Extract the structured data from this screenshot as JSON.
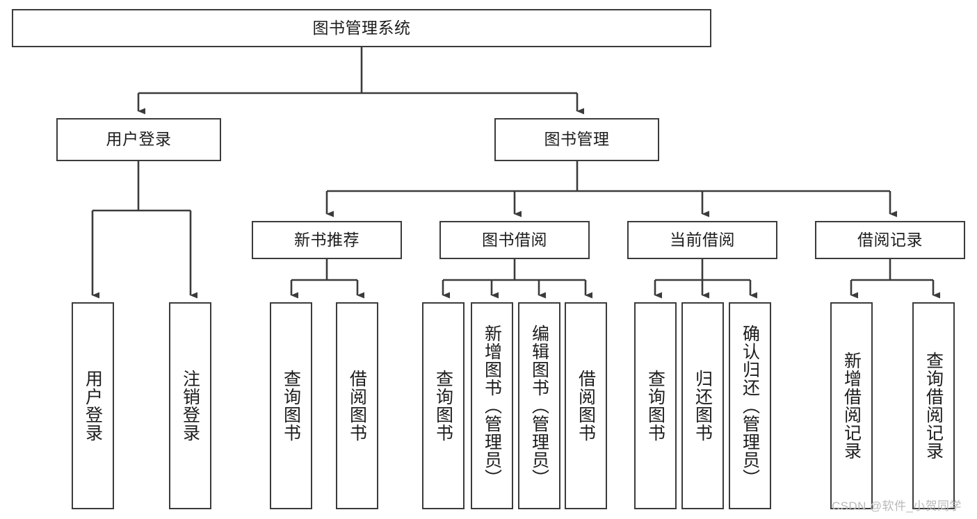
{
  "diagram": {
    "type": "hierarchy-tree",
    "title": "图书管理系统",
    "watermark": "CSDN @软件_小贺同学",
    "colors": {
      "box_border": "#3b3b3b",
      "box_fill": "#ffffff",
      "connector": "#3b3b3b",
      "text": "#1c1c1c",
      "watermark": "#b9b9b9",
      "background": "#ffffff"
    },
    "nodes": {
      "root": {
        "label": "图书管理系统"
      },
      "level2": [
        {
          "id": "user-login",
          "label": "用户登录"
        },
        {
          "id": "book-manage",
          "label": "图书管理"
        }
      ],
      "level3": [
        {
          "id": "new-book-recommend",
          "label": "新书推荐"
        },
        {
          "id": "book-borrow",
          "label": "图书借阅"
        },
        {
          "id": "current-borrow",
          "label": "当前借阅"
        },
        {
          "id": "borrow-record",
          "label": "借阅记录"
        }
      ],
      "leaves": [
        {
          "id": "leaf-user-login",
          "label": "用户登录"
        },
        {
          "id": "leaf-logout-login",
          "label": "注销登录"
        },
        {
          "id": "leaf-query-book-1",
          "label": "查询图书"
        },
        {
          "id": "leaf-borrow-book-1",
          "label": "借阅图书"
        },
        {
          "id": "leaf-query-book-2",
          "label": "查询图书"
        },
        {
          "id": "leaf-add-book",
          "label": "新增图书（管理员）"
        },
        {
          "id": "leaf-edit-book",
          "label": "编辑图书（管理员）"
        },
        {
          "id": "leaf-borrow-book-2",
          "label": "借阅图书"
        },
        {
          "id": "leaf-query-book-3",
          "label": "查询图书"
        },
        {
          "id": "leaf-return-book",
          "label": "归还图书"
        },
        {
          "id": "leaf-confirm-return",
          "label": "确认归还（管理员）"
        },
        {
          "id": "leaf-add-borrow-record",
          "label": "新增借阅记录"
        },
        {
          "id": "leaf-query-borrow-record",
          "label": "查询借阅记录"
        }
      ]
    }
  }
}
